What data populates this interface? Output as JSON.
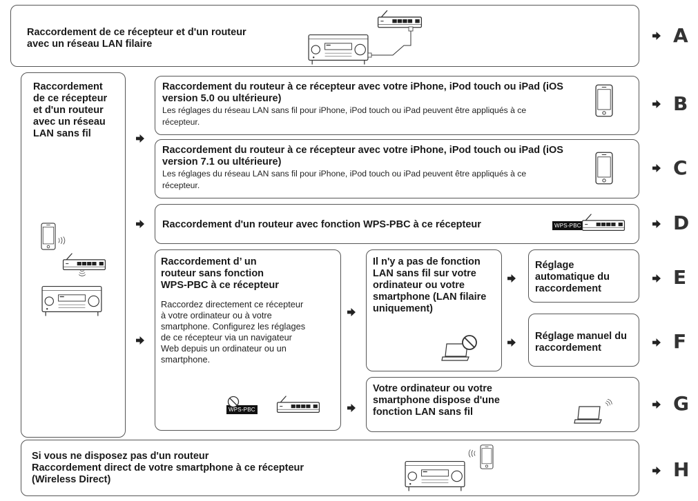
{
  "row_a": {
    "title": "Raccordement de ce récepteur et d'un routeur avec un réseau LAN filaire",
    "letter": "A"
  },
  "left_wireless": {
    "title": "Raccordement de ce récepteur et d'un routeur avec un réseau LAN sans fil"
  },
  "row_b": {
    "title": "Raccordement du routeur à ce récepteur avec votre iPhone, iPod touch ou iPad (iOS version 5.0 ou ultérieure)",
    "desc": "Les réglages du réseau LAN sans fil pour iPhone, iPod touch ou iPad peuvent être appliqués à ce récepteur.",
    "letter": "B"
  },
  "row_c": {
    "title": "Raccordement du routeur à ce récepteur avec votre iPhone, iPod touch ou iPad (iOS version 7.1 ou ultérieure)",
    "desc": "Les réglages du réseau LAN sans fil pour iPhone, iPod touch ou iPad peuvent être appliqués à ce récepteur.",
    "letter": "C"
  },
  "row_d": {
    "title": "Raccordement d'un routeur avec fonction WPS-PBC à ce récepteur",
    "tag": "WPS-PBC",
    "letter": "D"
  },
  "no_wps": {
    "title": "Raccordement d’ un routeur sans fonction WPS-PBC à ce récepteur",
    "desc": "Raccordez directement ce récepteur à votre ordinateur ou à votre smartphone. Configurez les réglages de ce récepteur via un navigateur Web depuis un ordinateur ou un smartphone.",
    "tag": "WPS-PBC"
  },
  "no_lan": {
    "title": "Il n'y a pas de fonction LAN sans fil sur votre ordinateur ou votre smartphone (LAN filaire uniquement)"
  },
  "row_e": {
    "title": "Réglage automatique du raccordement",
    "letter": "E"
  },
  "row_f": {
    "title": "Réglage manuel du raccordement",
    "letter": "F"
  },
  "row_g": {
    "title": "Votre ordinateur ou votre smartphone dispose d'une fonction LAN sans fil",
    "letter": "G"
  },
  "row_h": {
    "line1": "Si vous ne disposez pas d'un routeur",
    "line2": "Raccordement direct de votre smartphone à ce récepteur",
    "line3": "(Wireless Direct)",
    "letter": "H"
  },
  "icons": [
    "receiver-icon",
    "router-icon",
    "smartphone-icon",
    "laptop-icon",
    "no-symbol-icon",
    "arrow-right-icon"
  ]
}
